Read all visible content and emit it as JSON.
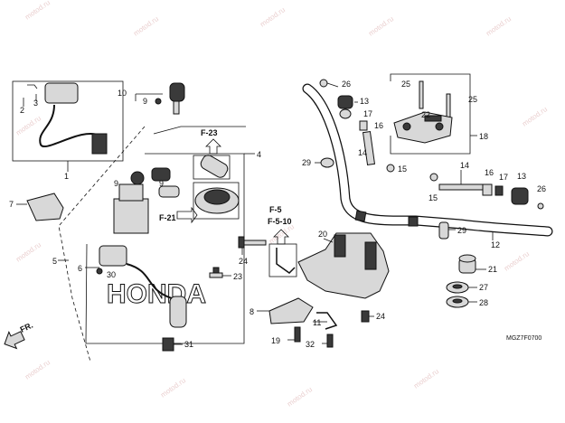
{
  "watermark": "motod.ru",
  "diagram_code": "MGZ7F0700",
  "direction_label": "FR.",
  "refs": {
    "f23": "F-23",
    "f21": "F-21",
    "f5": "F-5",
    "f510": "F-5-10"
  },
  "brand_logo": "HONDA",
  "callouts": {
    "c1": "1",
    "c2": "2",
    "c3": "3",
    "c4": "4",
    "c5": "5",
    "c6": "6",
    "c7": "7",
    "c8": "8",
    "c9a": "9",
    "c9b": "9",
    "c9c": "9",
    "c10": "10",
    "c11": "11",
    "c12": "12",
    "c13": "13",
    "c14a": "14",
    "c14b": "14",
    "c15a": "15",
    "c15b": "15",
    "c16a": "16",
    "c16b": "16",
    "c17a": "17",
    "c17b": "17",
    "c18": "18",
    "c19": "19",
    "c20": "20",
    "c21": "21",
    "c22": "22",
    "c23": "23",
    "c24a": "24",
    "c24b": "24",
    "c25a": "25",
    "c25b": "25",
    "c26a": "26",
    "c26b": "26",
    "c27": "27",
    "c28": "28",
    "c29a": "29",
    "c29b": "29",
    "c30": "30",
    "c31": "31",
    "c32": "32"
  }
}
